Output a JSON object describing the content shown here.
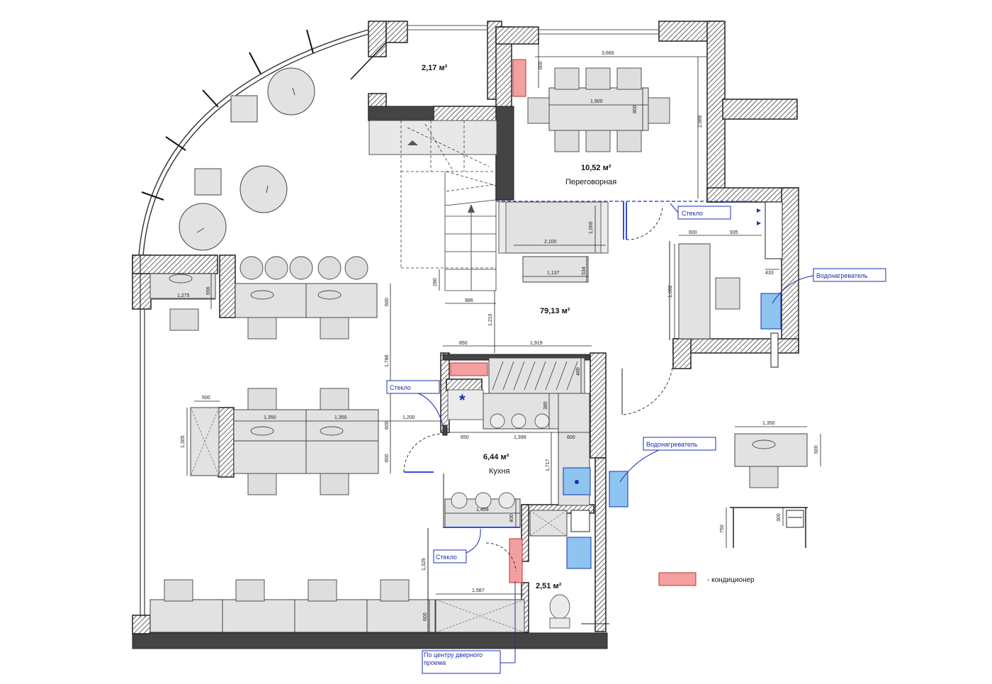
{
  "rooms": {
    "room_small_area": "2,17 м²",
    "meeting_area": "10,52 м²",
    "meeting_name": "Переговорная",
    "open_space_area": "79,13 м²",
    "kitchen_area": "6,44 м²",
    "kitchen_name": "Кухня",
    "wc_area": "2,51 м²"
  },
  "callouts": {
    "glass_1": "Стекло",
    "glass_2": "Стекло",
    "glass_3": "Стекло",
    "water_heater_1": "Водонагреватель",
    "water_heater_2": "Водонагреватель",
    "door_center": "По центру дверного проема"
  },
  "legend": {
    "ac_label": "- кондиционер",
    "ac_color": "#f4a0a0"
  },
  "dimensions": {
    "meeting_width": "3,669",
    "meeting_depth": "2,666",
    "table_len": "1,900",
    "table_w": "800",
    "ac_h": "600",
    "sofa_w": "2,100",
    "sofa_d": "1,000",
    "coffee_w": "1,137",
    "coffee_d": "534",
    "stair_280": "280",
    "stair_986": "986",
    "corr_1210": "1,210",
    "office_600": "600",
    "office_935": "935",
    "office_1602": "1,602",
    "wh_433": "433",
    "desk_1275": "1,275",
    "desk_656": "656",
    "desk_600a": "600",
    "row_1786": "1,786",
    "row_600b": "600",
    "cab_500": "500",
    "cab_1305": "1,305",
    "desk_1350a": "1,350",
    "desk_1350b": "1,350",
    "gap_1200": "1,200",
    "k_850": "850",
    "k_1919": "1,919",
    "k_480": "480",
    "k_380": "380",
    "k_650": "650",
    "k_1399": "1,399",
    "k_600": "600",
    "k_1717": "1,717",
    "k_1459": "1,459",
    "k_400": "400",
    "b_1329": "1,329",
    "b_1587": "1,587",
    "b_600": "600",
    "det_1350": "1,350",
    "det_600": "600",
    "det_750": "750",
    "det_300": "300",
    "gap_600": "600",
    "row_600c": "600"
  }
}
